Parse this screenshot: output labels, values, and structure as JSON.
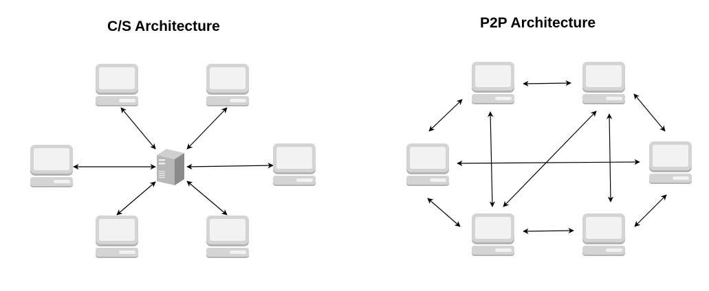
{
  "diagrams": [
    {
      "id": "cs",
      "title": "C/S Architecture",
      "nodes": [
        {
          "id": "server",
          "type": "server"
        },
        {
          "id": "cs-pc-top-left",
          "type": "computer"
        },
        {
          "id": "cs-pc-top-right",
          "type": "computer"
        },
        {
          "id": "cs-pc-left",
          "type": "computer"
        },
        {
          "id": "cs-pc-right",
          "type": "computer"
        },
        {
          "id": "cs-pc-bottom-left",
          "type": "computer"
        },
        {
          "id": "cs-pc-bottom-right",
          "type": "computer"
        }
      ],
      "edges": [
        {
          "from": "server",
          "to": "cs-pc-top-left",
          "bidirectional": true
        },
        {
          "from": "server",
          "to": "cs-pc-top-right",
          "bidirectional": true
        },
        {
          "from": "server",
          "to": "cs-pc-left",
          "bidirectional": true
        },
        {
          "from": "server",
          "to": "cs-pc-right",
          "bidirectional": true
        },
        {
          "from": "server",
          "to": "cs-pc-bottom-left",
          "bidirectional": true
        },
        {
          "from": "server",
          "to": "cs-pc-bottom-right",
          "bidirectional": true
        }
      ]
    },
    {
      "id": "p2p",
      "title": "P2P Architecture",
      "nodes": [
        {
          "id": "p2p-pc-top-left",
          "type": "computer"
        },
        {
          "id": "p2p-pc-top-right",
          "type": "computer"
        },
        {
          "id": "p2p-pc-left",
          "type": "computer"
        },
        {
          "id": "p2p-pc-right",
          "type": "computer"
        },
        {
          "id": "p2p-pc-bottom-left",
          "type": "computer"
        },
        {
          "id": "p2p-pc-bottom-right",
          "type": "computer"
        }
      ],
      "edges": [
        {
          "from": "p2p-pc-top-left",
          "to": "p2p-pc-top-right",
          "bidirectional": true
        },
        {
          "from": "p2p-pc-top-left",
          "to": "p2p-pc-left",
          "bidirectional": true
        },
        {
          "from": "p2p-pc-top-left",
          "to": "p2p-pc-bottom-left",
          "bidirectional": true
        },
        {
          "from": "p2p-pc-top-right",
          "to": "p2p-pc-right",
          "bidirectional": true
        },
        {
          "from": "p2p-pc-top-right",
          "to": "p2p-pc-bottom-right",
          "bidirectional": true
        },
        {
          "from": "p2p-pc-top-right",
          "to": "p2p-pc-bottom-left",
          "bidirectional": true
        },
        {
          "from": "p2p-pc-left",
          "to": "p2p-pc-right",
          "bidirectional": true
        },
        {
          "from": "p2p-pc-left",
          "to": "p2p-pc-bottom-left",
          "bidirectional": true
        },
        {
          "from": "p2p-pc-bottom-left",
          "to": "p2p-pc-bottom-right",
          "bidirectional": true
        },
        {
          "from": "p2p-pc-right",
          "to": "p2p-pc-bottom-right",
          "bidirectional": true
        }
      ]
    }
  ],
  "colors": {
    "computer_fill": "#d4d4d4",
    "computer_screen": "#f2f2f2",
    "computer_shadow": "#b3b3b3",
    "server_front": "#b8b8b8",
    "server_side": "#8a8a8a",
    "server_top": "#d0d0d0",
    "arrow": "#000000"
  }
}
